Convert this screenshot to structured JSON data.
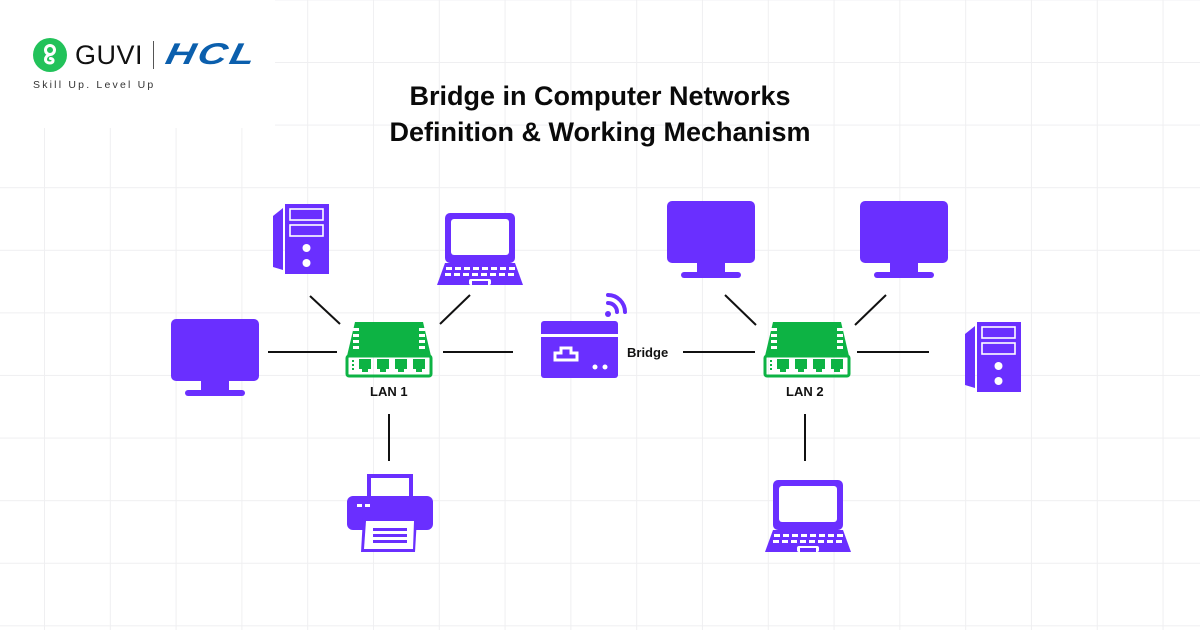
{
  "brand": {
    "name": "GUVI",
    "partner": "HCL",
    "tagline": "Skill Up. Level Up",
    "colors": {
      "guvi_green": "#22c25a",
      "hcl_blue": "#0b5fad"
    }
  },
  "title": {
    "line1": "Bridge in Computer Networks",
    "line2": "Definition & Working Mechanism"
  },
  "colors": {
    "device": "#6a2fff",
    "switch": "#0db344",
    "line": "#111111"
  },
  "diagram": {
    "lan1": {
      "label": "LAN 1",
      "devices": [
        "tower-pc",
        "laptop",
        "monitor",
        "printer"
      ]
    },
    "bridge": {
      "label": "Bridge",
      "icon": "wifi-bridge-icon"
    },
    "lan2": {
      "label": "LAN 2",
      "devices": [
        "monitor",
        "monitor",
        "tower-pc",
        "laptop"
      ]
    }
  }
}
